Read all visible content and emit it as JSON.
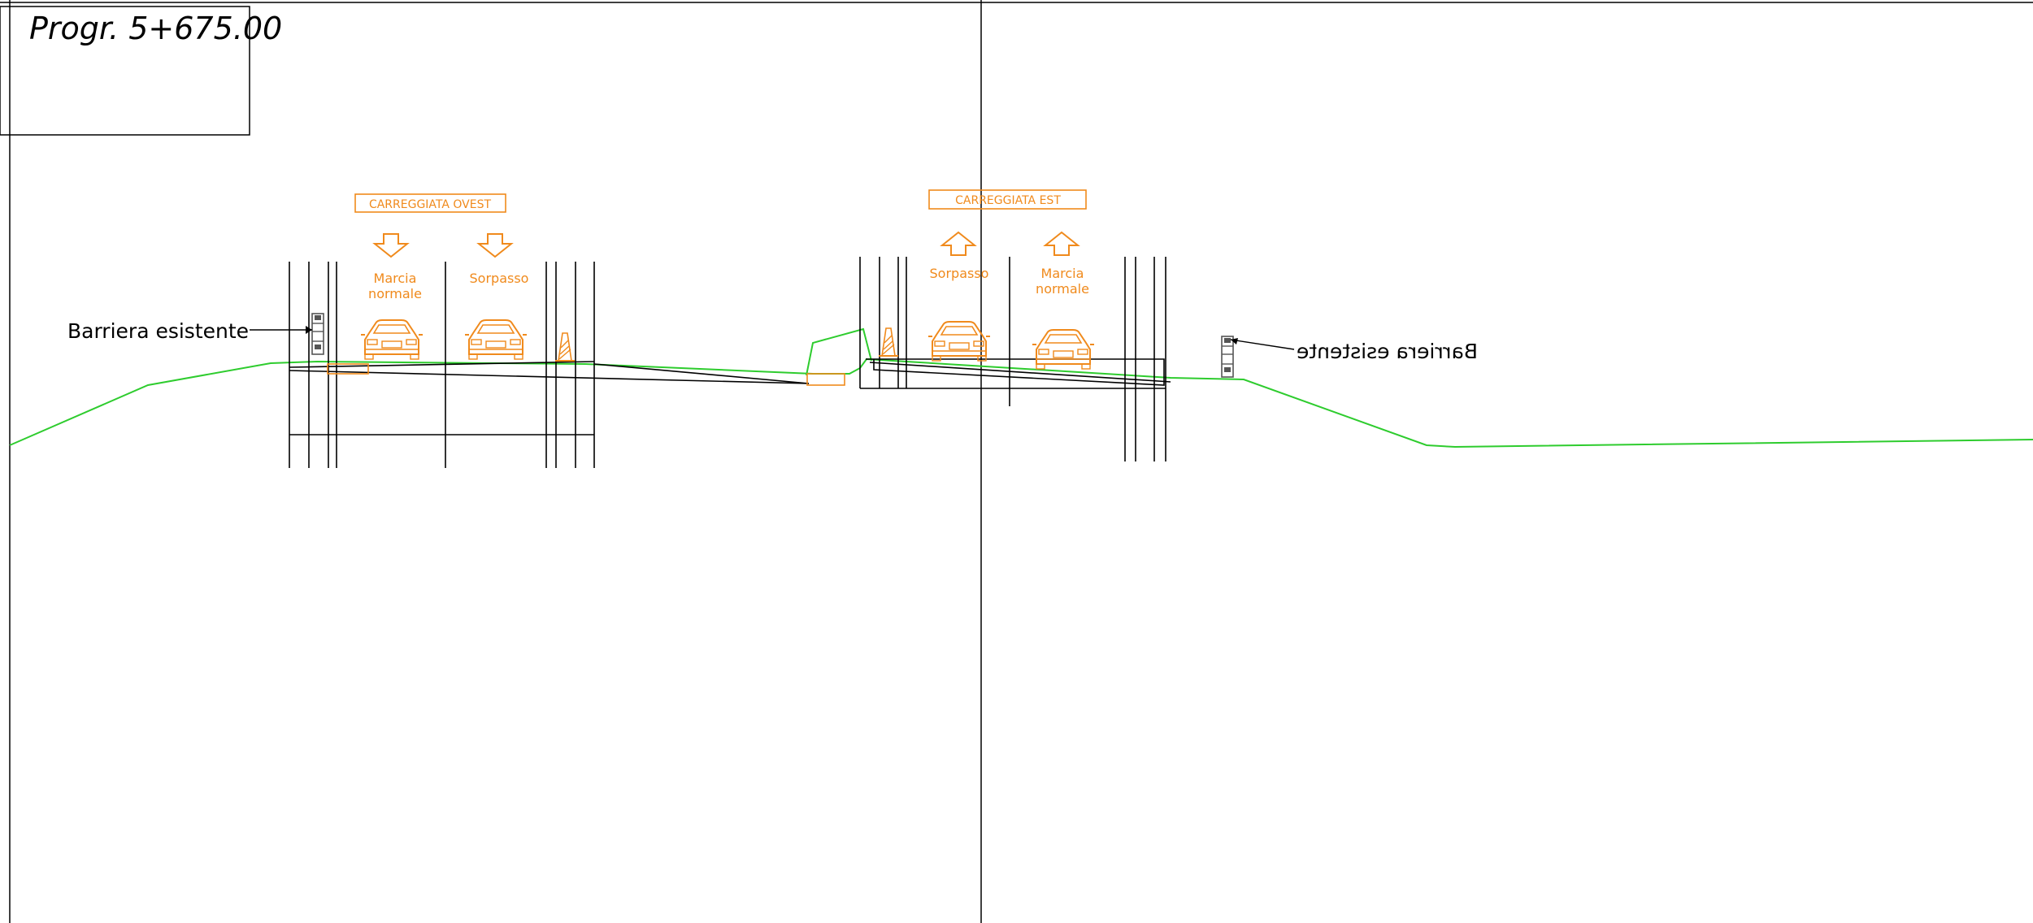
{
  "title_block": {
    "progressive": "Progr. 5+675.00"
  },
  "carriageway_west": {
    "title": "CARREGGIATA OVEST",
    "lane_left": "Marcia\nnormale",
    "lane_right": "Sorpasso",
    "barrier_label": "Barriera esistente"
  },
  "carriageway_east": {
    "title": "CARREGGIATA EST",
    "lane_left": "Sorpasso",
    "lane_right": "Marcia\nnormale",
    "barrier_label": "Barriera esistente"
  },
  "colors": {
    "annotation": "#f08a1c",
    "ground": "#2ecc2e",
    "linework": "#000000",
    "barrier": "#555555"
  },
  "icons": {
    "vehicle": "car-front-icon",
    "direction_down": "arrow-down-icon",
    "direction_up": "arrow-up-icon",
    "traffic_cone": "traffic-cone-icon",
    "barrier": "guardrail-barrier-icon"
  }
}
